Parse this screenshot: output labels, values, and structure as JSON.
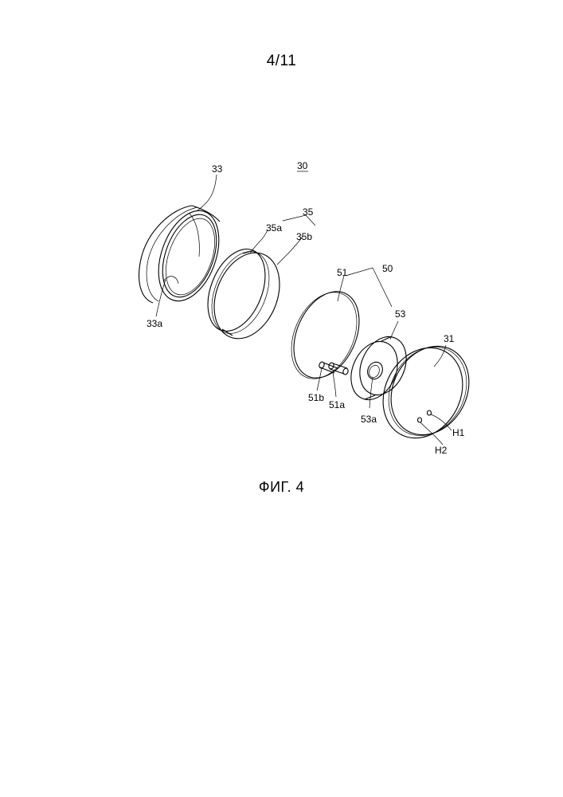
{
  "page": {
    "page_number": "4/11",
    "caption": "ФИГ. 4"
  },
  "figure": {
    "labels": {
      "assembly": "30",
      "cap": "33",
      "cap_detail": "33a",
      "disc_assembly": "35",
      "disc_rim": "35a",
      "disc_face": "35b",
      "module": "50",
      "plate": "51",
      "pin_a": "51a",
      "pin_b": "51b",
      "ring": "53",
      "ring_hole": "53a",
      "base": "31",
      "hole_1": "H1",
      "hole_2": "H2"
    }
  }
}
